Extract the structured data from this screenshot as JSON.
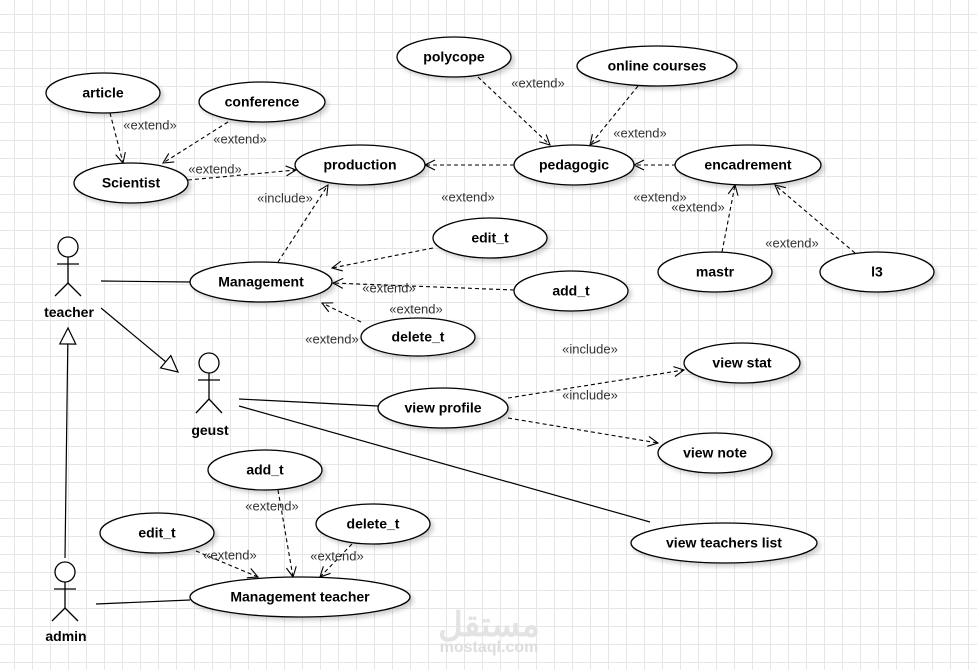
{
  "actors": {
    "teacher": "teacher",
    "geust": "geust",
    "admin": "admin"
  },
  "use_cases": {
    "article": "article",
    "conference": "conference",
    "scientist": "Scientist",
    "production": "production",
    "polycope": "polycope",
    "online_courses": "online courses",
    "pedagogic": "pedagogic",
    "encadrement": "encadrement",
    "edit_t_top": "edit_t",
    "management": "Management",
    "add_t_top": "add_t",
    "delete_t_top": "delete_t",
    "mastr": "mastr",
    "l3": "l3",
    "view_stat": "view stat",
    "view_profile": "view profile",
    "view_note": "view note",
    "view_teachers_list": "view teachers list",
    "add_t_bottom": "add_t",
    "edit_t_bottom": "edit_t",
    "delete_t_bottom": "delete_t",
    "management_teacher": "Management teacher"
  },
  "stereotypes": [
    "«extend»",
    "«extend»",
    "«extend»",
    "«include»",
    "«extend»",
    "«extend»",
    "«extend»",
    "«extend»",
    "«extend»",
    "«extend»",
    "«extend»",
    "«extend»",
    "«extend»",
    "«include»",
    "«include»",
    "«extend»",
    "«extend»",
    "«extend»"
  ],
  "watermark": {
    "arabic": "مستقل",
    "latin": "mostaql.com"
  }
}
